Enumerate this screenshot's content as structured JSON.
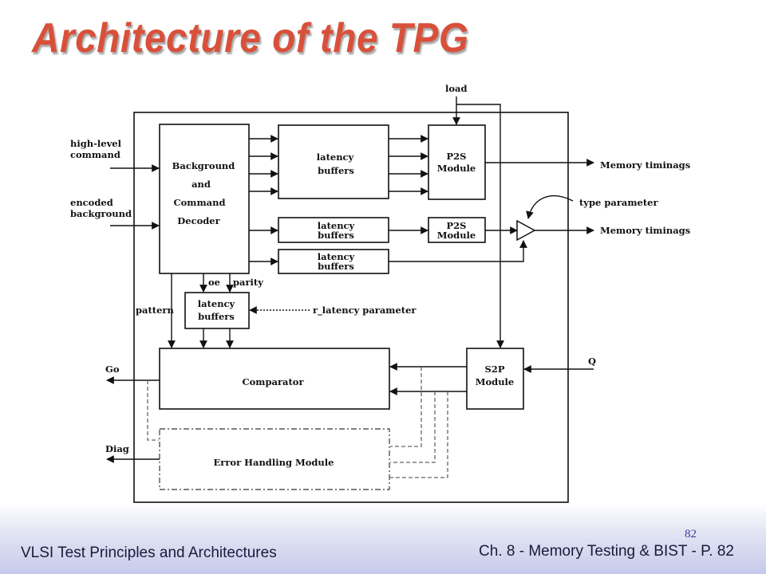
{
  "slide": {
    "title": "Architecture of the TPG",
    "page_small": "82",
    "footer_left": "VLSI Test Principles and Architectures",
    "footer_right": "Ch. 8 - Memory Testing & BIST - P. 82"
  },
  "diagram": {
    "inputs": {
      "high_level_1": "high-level",
      "high_level_2": "command",
      "encoded_1": "encoded",
      "encoded_2": "background",
      "load": "load",
      "q": "Q",
      "type_param": "type parameter",
      "r_latency": "r_latency parameter"
    },
    "outputs": {
      "memory_timings_1": "Memory timinags",
      "memory_timings_2": "Memory timinags",
      "go": "Go",
      "diag": "Diag"
    },
    "decoder": {
      "l1": "Background",
      "l2": "and",
      "l3": "Command",
      "l4": "Decoder"
    },
    "latency_buffers_label_1": "latency",
    "latency_buffers_label_2": "buffers",
    "p2s_1": "P2S",
    "p2s_2": "Module",
    "s2p_1": "S2P",
    "s2p_2": "Module",
    "comparator": "Comparator",
    "error_handling": "Error Handling Module",
    "signals": {
      "oe": "oe",
      "parity": "parity",
      "pattern": "pattern"
    }
  }
}
